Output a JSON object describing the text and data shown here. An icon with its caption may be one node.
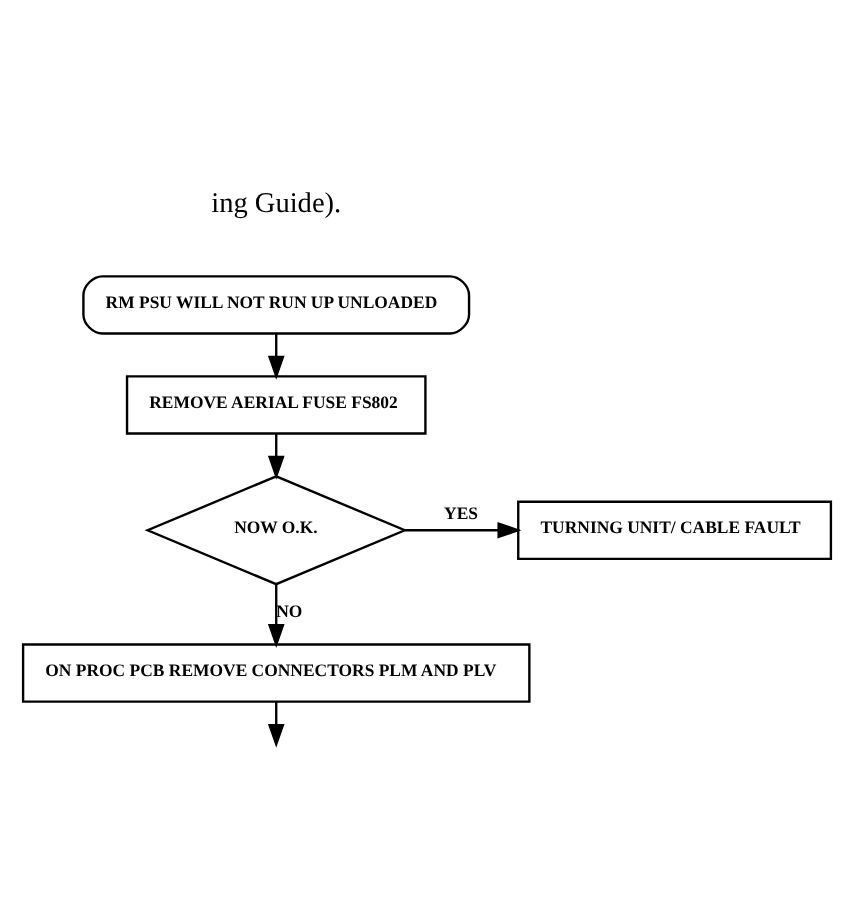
{
  "diagram": {
    "nodes": [
      {
        "text": [
          "RM PSU WILL NOT RUN UP UNLOADED"
        ]
      },
      {
        "text": [
          "REMOVE AERIAL FUSE FS802"
        ]
      },
      {
        "text": [
          "NOW O.K."
        ]
      },
      {
        "text": [
          "TURNING UNIT/ CABLE FAULT"
        ]
      },
      {
        "text": [
          "ON PROC PCB REMOVE CONNECTORS PLM AND PLV"
        ]
      }
    ],
    "edges": [
      {
        "from": 0,
        "to": 1,
        "arrow": "to"
      },
      {
        "from": 1,
        "to": 2,
        "arrow": "to"
      },
      {
        "from": 2,
        "to": 3,
        "arrow": "to",
        "label": "YES"
      },
      {
        "from": 2,
        "to": 4,
        "arrow": "to",
        "label": "NO"
      },
      {
        "from": 4,
        "to": null,
        "arrow": "to"
      }
    ],
    "labels": [
      "ing Guide)."
    ]
  }
}
